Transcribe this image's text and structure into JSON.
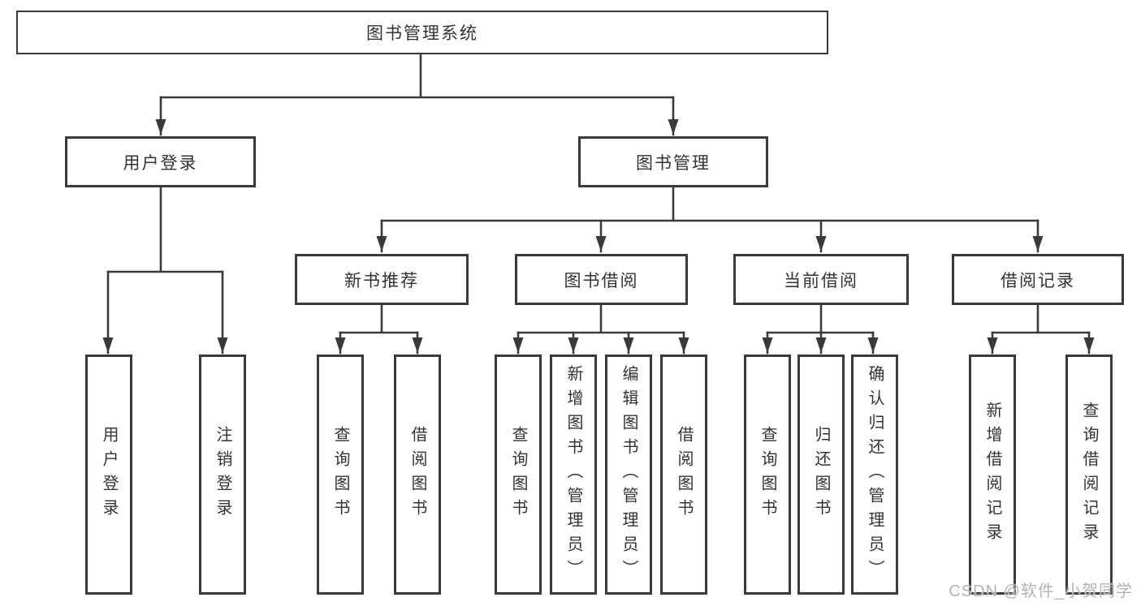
{
  "diagram": {
    "root": {
      "label": "图书管理系统"
    },
    "level2": [
      {
        "label": "用户登录",
        "children": [
          {
            "label": "用户登录"
          },
          {
            "label": "注销登录"
          }
        ]
      },
      {
        "label": "图书管理",
        "children": [
          {
            "label": "新书推荐",
            "children": [
              {
                "label": "查询图书"
              },
              {
                "label": "借阅图书"
              }
            ]
          },
          {
            "label": "图书借阅",
            "children": [
              {
                "label": "查询图书"
              },
              {
                "label": "新增图书（管理员）"
              },
              {
                "label": "编辑图书（管理员）"
              },
              {
                "label": "借阅图书"
              }
            ]
          },
          {
            "label": "当前借阅",
            "children": [
              {
                "label": "查询图书"
              },
              {
                "label": "归还图书"
              },
              {
                "label": "确认归还（管理员）"
              }
            ]
          },
          {
            "label": "借阅记录",
            "children": [
              {
                "label": "新增借阅记录"
              },
              {
                "label": "查询借阅记录"
              }
            ]
          }
        ]
      }
    ]
  },
  "watermark": {
    "text": "CSDN @软件_小贺同学"
  },
  "colors": {
    "line": "#3a3a3a",
    "border": "#3a3a3a",
    "text": "#333333",
    "watermark": "#b3b3b3",
    "background": "#ffffff"
  }
}
